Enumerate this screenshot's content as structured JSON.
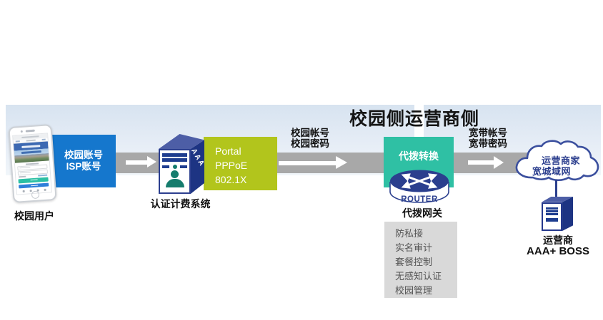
{
  "title": "校园侧运营商侧",
  "phone": {
    "caption": "校园用户"
  },
  "account_box": {
    "line1": "校园账号",
    "line2": "ISP账号"
  },
  "auth_server": {
    "caption": "认证计费系统",
    "side_label": "AAA"
  },
  "protocol_box": {
    "line1": "Portal",
    "line2": "PPPoE",
    "line3": "802.1X"
  },
  "campus_flow": {
    "line1": "校园帐号",
    "line2": "校园密码"
  },
  "gateway": {
    "box_label": "代拨转换",
    "device_label": "ROUTER",
    "caption": "代拨网关"
  },
  "features": {
    "items": [
      "防私接",
      "实名审计",
      "套餐控制",
      "无感知认证",
      "校园管理"
    ]
  },
  "broadband_flow": {
    "line1": "宽带帐号",
    "line2": "宽带密码"
  },
  "cloud": {
    "line1": "运营商家",
    "line2": "宽城域网"
  },
  "operator": {
    "caption_line1": "运营商",
    "caption_line2": "AAA+ BOSS"
  },
  "colors": {
    "panel_top": "#d7e3f0",
    "panel_bottom": "#f1f6fa",
    "flow_band": "#a8a8a8",
    "account_blue": "#1577cd",
    "protocol_green": "#b2c51c",
    "gateway_teal": "#2fc0a4",
    "device_navy": "#1e3d8f",
    "person_teal": "#157c6d",
    "feature_box_gray": "#d9d9d9"
  }
}
